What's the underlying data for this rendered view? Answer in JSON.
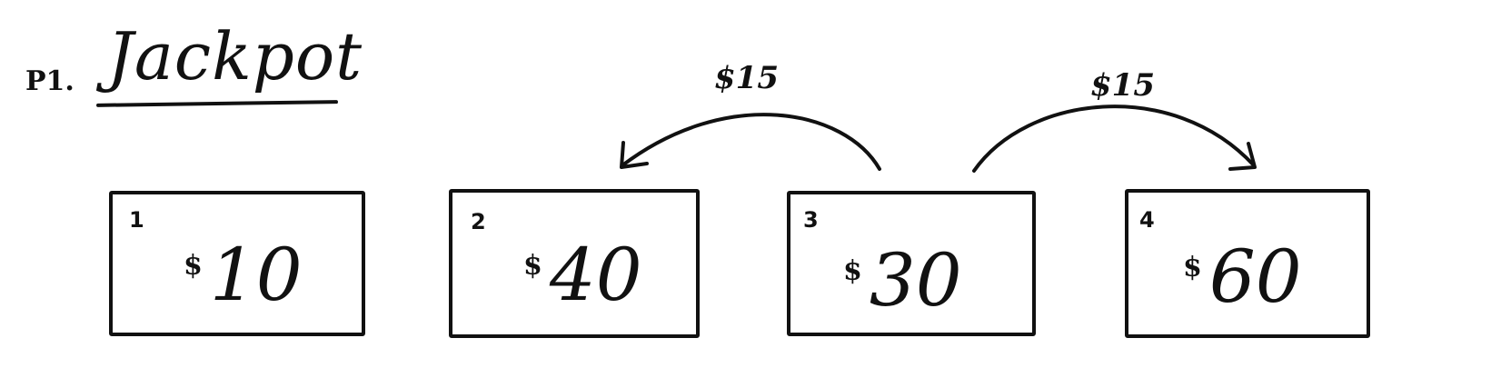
{
  "problem": {
    "label": "P1.",
    "title": "Jackpot"
  },
  "boxes": [
    {
      "number": "1",
      "currency": "$",
      "amount": "10"
    },
    {
      "number": "2",
      "currency": "$",
      "amount": "40"
    },
    {
      "number": "3",
      "currency": "$",
      "amount": "30"
    },
    {
      "number": "4",
      "currency": "$",
      "amount": "60"
    }
  ],
  "transfers": [
    {
      "from": "3",
      "to": "2",
      "label": "$15"
    },
    {
      "from": "3",
      "to": "4",
      "label": "$15"
    }
  ]
}
